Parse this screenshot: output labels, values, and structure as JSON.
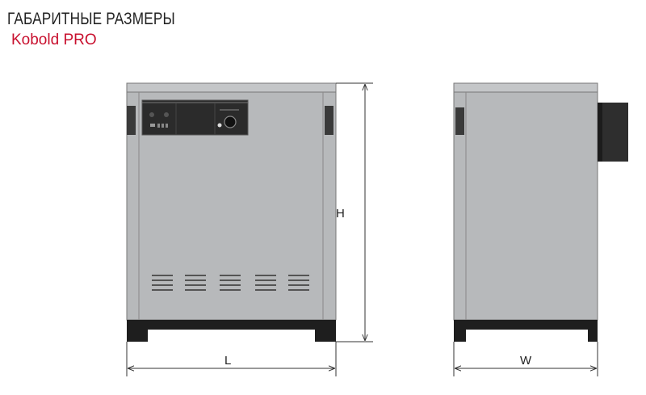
{
  "header": {
    "title": "ГАБАРИТНЫЕ РАЗМЕРЫ",
    "subtitle": "Kobold PRO"
  },
  "dimensions": {
    "height_label": "H",
    "length_label": "L",
    "width_label": "W"
  },
  "colors": {
    "subtitle": "#c8102e",
    "body": "#b9bbbd",
    "base": "#1e1e1e",
    "panel": "#2a2a2a"
  }
}
